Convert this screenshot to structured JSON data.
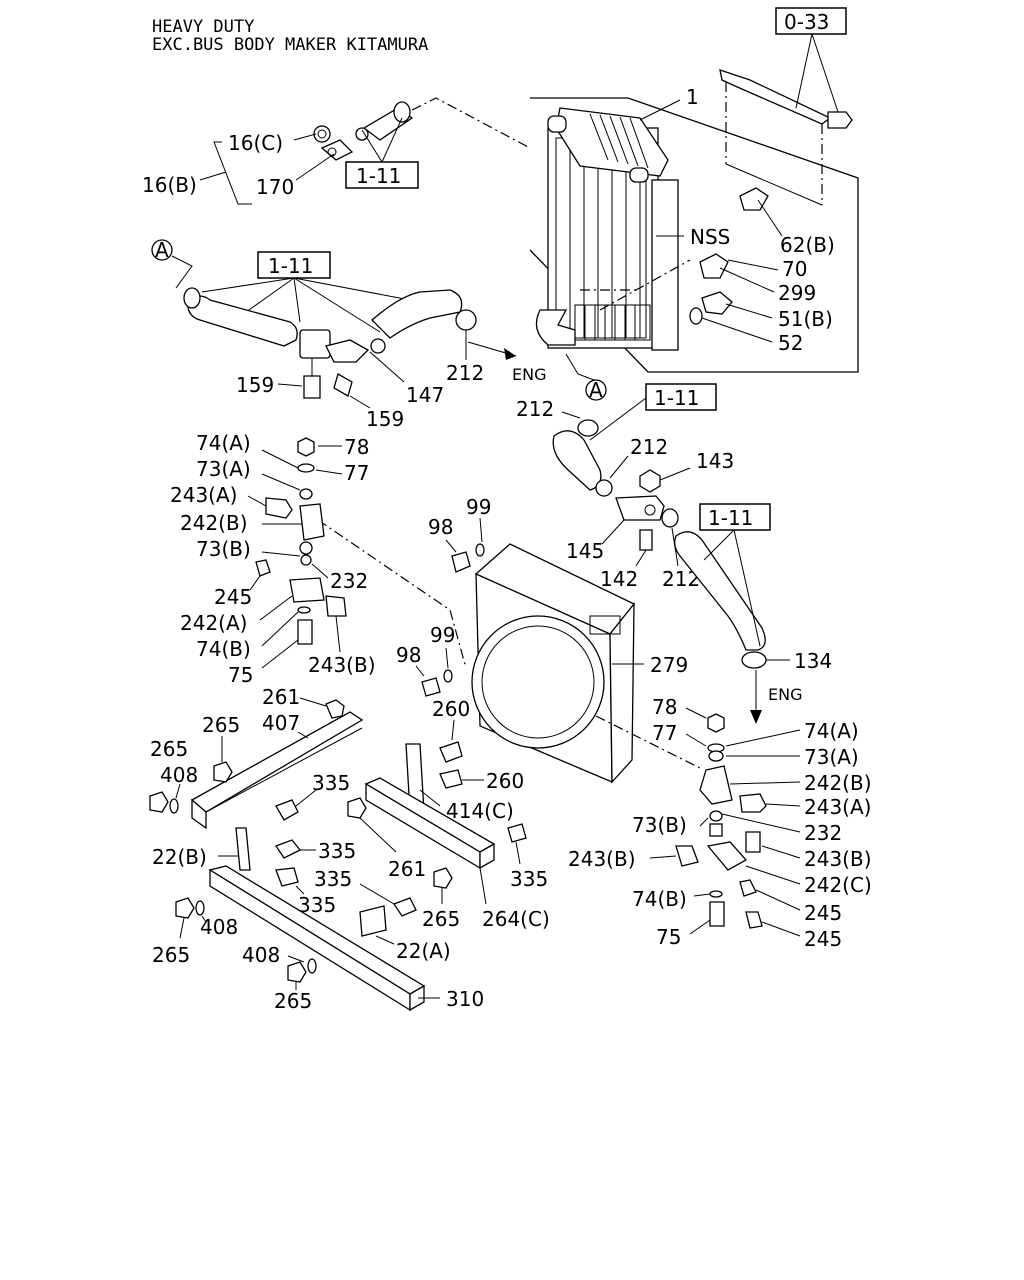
{
  "header": {
    "line1": "HEAVY DUTY",
    "line2": "EXC.BUS BODY MAKER KITAMURA"
  },
  "refs": {
    "ref_0_33": "0-33",
    "ref_1_11": "1-11",
    "circle_a": "A",
    "eng": "ENG",
    "nss": "NSS"
  },
  "labels": {
    "p1": "1",
    "p16b": "16(B)",
    "p16c": "16(C)",
    "p170": "170",
    "p62b": "62(B)",
    "p70": "70",
    "p299": "299",
    "p51b": "51(B)",
    "p52": "52",
    "p147": "147",
    "p159": "159",
    "p212": "212",
    "p143": "143",
    "p145": "145",
    "p142": "142",
    "p134": "134",
    "p78": "78",
    "p77": "77",
    "p74a": "74(A)",
    "p73a": "73(A)",
    "p243a": "243(A)",
    "p242b": "242(B)",
    "p73b": "73(B)",
    "p232": "232",
    "p245": "245",
    "p242a": "242(A)",
    "p74b": "74(B)",
    "p75": "75",
    "p243b": "243(B)",
    "p242c": "242(C)",
    "p98": "98",
    "p99": "99",
    "p279": "279",
    "p261": "261",
    "p407": "407",
    "p265": "265",
    "p408": "408",
    "p335": "335",
    "p260": "260",
    "p414c": "414(C)",
    "p22b": "22(B)",
    "p22a": "22(A)",
    "p264c": "264(C)",
    "p310": "310"
  }
}
